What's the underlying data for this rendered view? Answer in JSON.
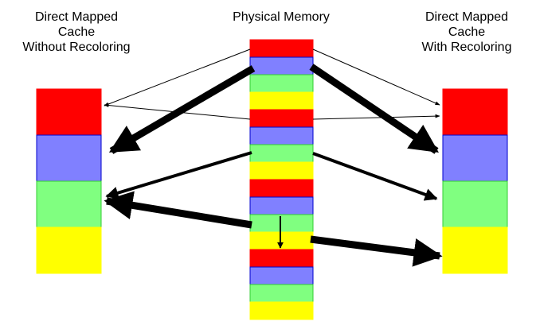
{
  "titles": {
    "left": [
      "Direct Mapped",
      "Cache",
      "Without Recoloring"
    ],
    "middle": [
      "Physical Memory"
    ],
    "right": [
      "Direct Mapped",
      "Cache",
      "With Recoloring"
    ]
  },
  "colors": {
    "red": "#ff0000",
    "blue": "#8080ff",
    "green": "#80ff80",
    "yellow": "#ffff00",
    "blue_border": "#0000cc",
    "green_border": "#33cc33",
    "arrow": "#000000"
  },
  "memory_blocks": [
    "red",
    "blue",
    "green",
    "yellow",
    "red",
    "blue",
    "green",
    "yellow",
    "red",
    "blue",
    "green",
    "yellow",
    "red",
    "blue",
    "green",
    "yellow"
  ],
  "cache_left_blocks": [
    "red",
    "blue",
    "green",
    "yellow"
  ],
  "cache_right_blocks": [
    "red",
    "blue",
    "green",
    "yellow"
  ]
}
